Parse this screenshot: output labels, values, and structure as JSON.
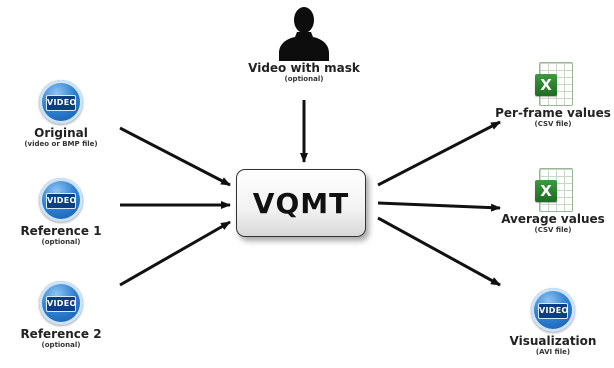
{
  "center": {
    "label": "VQMT"
  },
  "inputs": [
    {
      "title": "Original",
      "subtitle": "(video or BMP file)",
      "icon": "video-icon",
      "icon_text": "VIDEO"
    },
    {
      "title": "Reference 1",
      "subtitle": "(optional)",
      "icon": "video-icon",
      "icon_text": "VIDEO"
    },
    {
      "title": "Reference 2",
      "subtitle": "(optional)",
      "icon": "video-icon",
      "icon_text": "VIDEO"
    }
  ],
  "mask": {
    "title": "Video with mask",
    "subtitle": "(optional)",
    "icon": "person-silhouette-icon"
  },
  "outputs": [
    {
      "title": "Per-frame values",
      "subtitle": "(CSV file)",
      "icon": "excel-icon",
      "icon_text": "X"
    },
    {
      "title": "Average values",
      "subtitle": "(CSV file)",
      "icon": "excel-icon",
      "icon_text": "X"
    },
    {
      "title": "Visualization",
      "subtitle": "(AVI file)",
      "icon": "video-icon",
      "icon_text": "VIDEO"
    }
  ],
  "colors": {
    "arrow": "#111111",
    "video_icon": "#2f7fd0",
    "excel_icon": "#1e6b23"
  }
}
